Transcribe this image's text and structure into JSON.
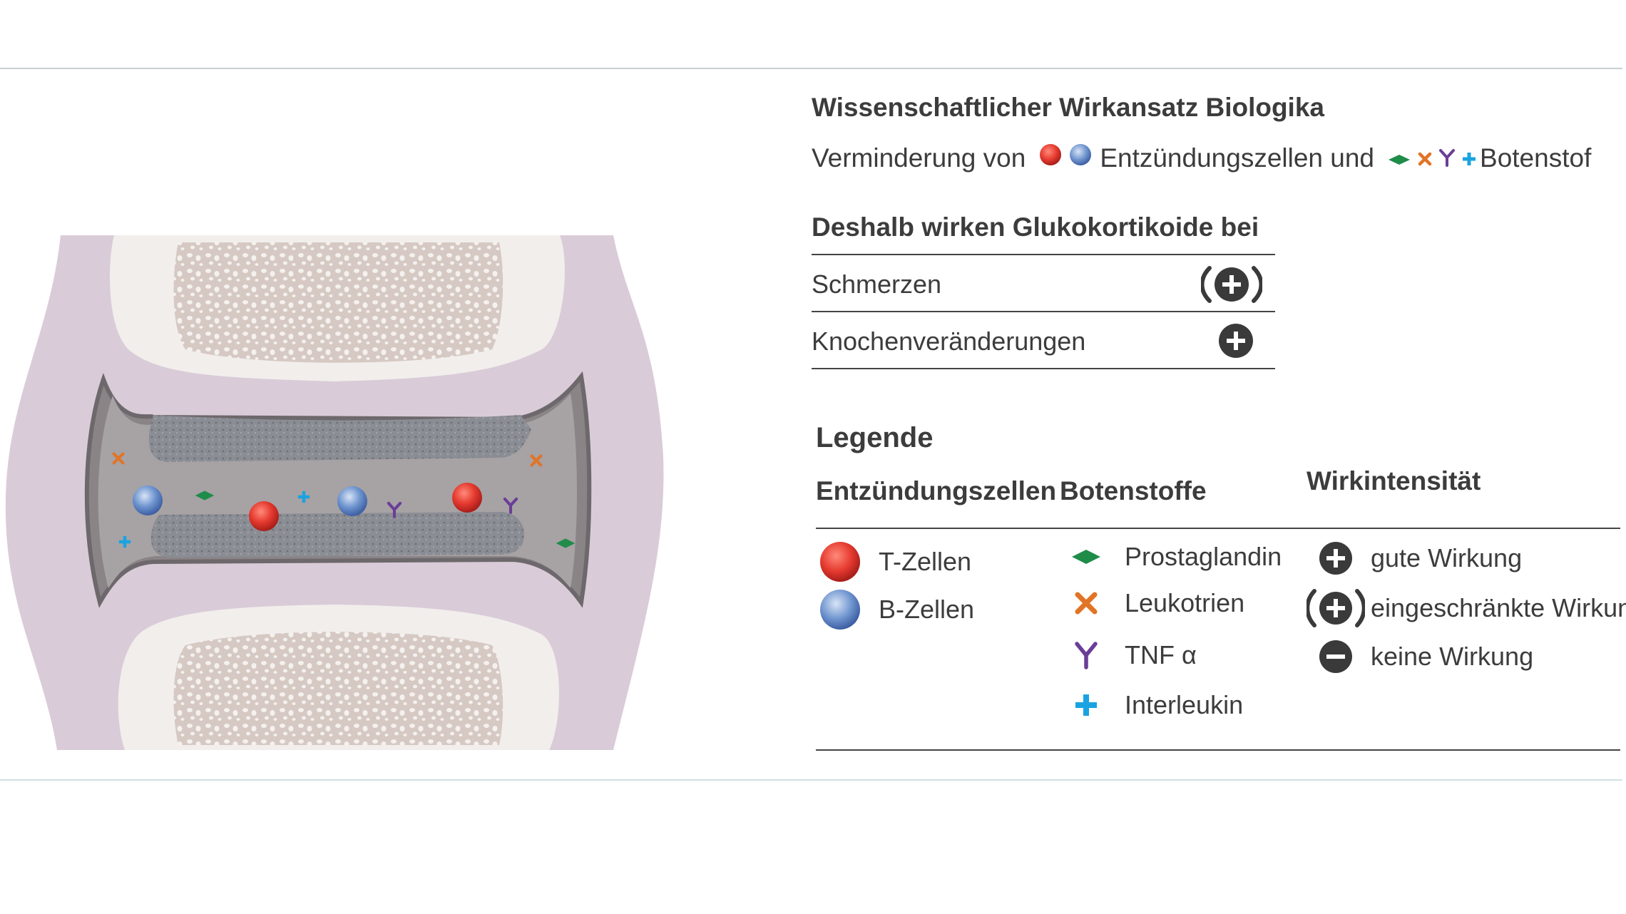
{
  "heading": {
    "title": "Wissenschaftlicher Wirkansatz Biologika",
    "subline_prefix": "Verminderung von",
    "subline_mid": "Entzündungszellen und",
    "subline_suffix": "Botenstof"
  },
  "effects": {
    "title": "Deshalb wirken Glukokortikoide bei",
    "rows": [
      {
        "label": "Schmerzen",
        "intensity": "eingeschränkte Wirkung"
      },
      {
        "label": "Knochenveränderungen",
        "intensity": "gute Wirkung"
      }
    ]
  },
  "legend": {
    "title": "Legende",
    "columns": {
      "cells": "Entzündungszellen",
      "messengers": "Botenstoffe",
      "intensity": "Wirkintensität"
    },
    "cells": [
      "T-Zellen",
      "B-Zellen"
    ],
    "messengers": [
      "Prostaglandin",
      "Leukotrien",
      "TNF α",
      "Interleukin"
    ],
    "intensities": [
      "gute Wirkung",
      "eingeschränkte Wirkung",
      "keine Wirkung"
    ]
  },
  "colors": {
    "t_cell": "#e53a2f",
    "b_cell": "#6f95cf",
    "prostaglandin": "#1f8c4a",
    "leukotrien": "#e27426",
    "tnf": "#6a3e96",
    "interleukin": "#1aa3e0",
    "icon_dark": "#3a3a3a"
  }
}
